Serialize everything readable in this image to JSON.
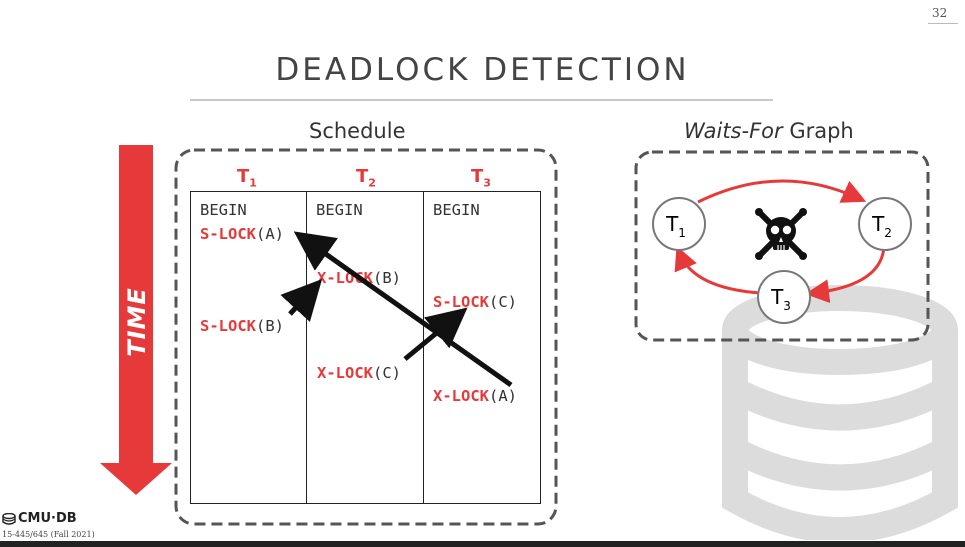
{
  "page_number": "32",
  "title": "DEADLOCK DETECTION",
  "schedule_label": "Schedule",
  "graph_label_italic": "Waits-For",
  "graph_label_plain": " Graph",
  "time_label": "TIME",
  "transactions": [
    {
      "label": "T",
      "sub": "1"
    },
    {
      "label": "T",
      "sub": "2"
    },
    {
      "label": "T",
      "sub": "3"
    }
  ],
  "ops": {
    "t1_begin": "BEGIN",
    "t2_begin": "BEGIN",
    "t3_begin": "BEGIN",
    "t1_slock_a_kw": "S-LOCK",
    "t1_slock_a_arg": "(A)",
    "t2_xlock_b_kw": "X-LOCK",
    "t2_xlock_b_arg": "(B)",
    "t3_slock_c_kw": "S-LOCK",
    "t3_slock_c_arg": "(C)",
    "t1_slock_b_kw": "S-LOCK",
    "t1_slock_b_arg": "(B)",
    "t2_xlock_c_kw": "X-LOCK",
    "t2_xlock_c_arg": "(C)",
    "t3_xlock_a_kw": "X-LOCK",
    "t3_xlock_a_arg": "(A)"
  },
  "graph_nodes": [
    {
      "label": "T",
      "sub": "1"
    },
    {
      "label": "T",
      "sub": "2"
    },
    {
      "label": "T",
      "sub": "3"
    }
  ],
  "logo": "CMU·DB",
  "course": "15-445/645 (Fall 2021)",
  "colors": {
    "accent": "#e63a3a",
    "border": "#555555",
    "text": "#333333"
  },
  "icons": {
    "skull": "skull-crossbones-icon",
    "logo": "database-icon"
  }
}
